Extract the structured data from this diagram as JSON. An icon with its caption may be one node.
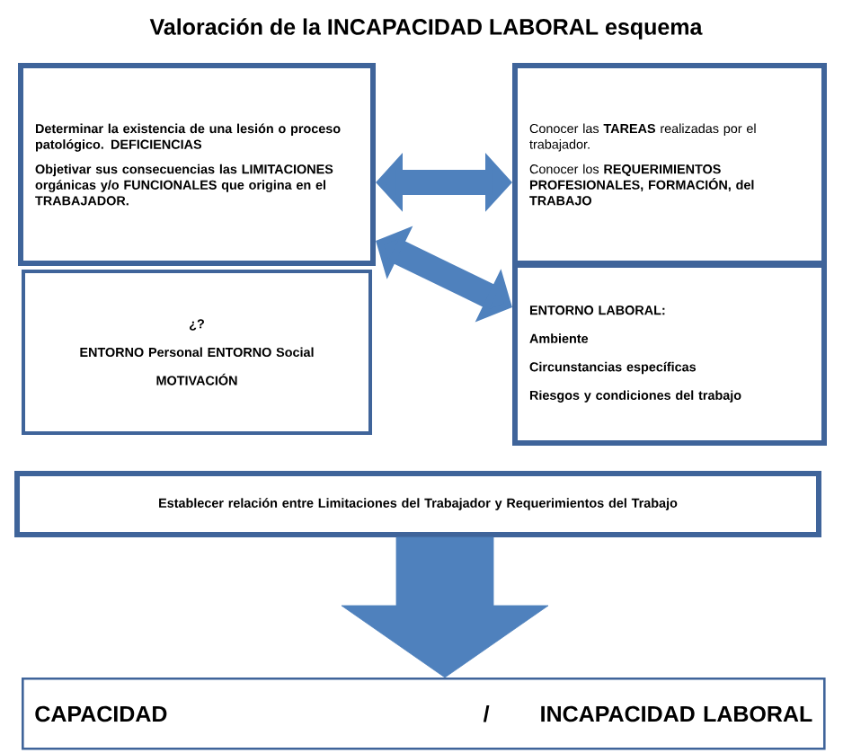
{
  "diagram": {
    "title": "Valoración de la INCAPACIDAD LABORAL esquema",
    "nodes": [
      {
        "text": [
          "Determinar la existencia de una lesión o proceso patológico. DEFICIENCIAS",
          "Objetivar sus consecuencias las LIMITACIONES orgánicas y/o FUNCIONALES que origina en el TRABAJADOR."
        ]
      },
      {
        "text": [
          "Conocer las **TAREAS** realizadas por el trabajador.",
          "Conocer los **REQUERIMIENTOS PROFESIONALES, FORMACIÓN, del TRABAJO**"
        ]
      },
      {
        "text": [
          "¿?",
          "ENTORNO Personal ENTORNO Social",
          "MOTIVACIÓN"
        ]
      },
      {
        "text": [
          "ENTORNO LABORAL:",
          "Ambiente",
          "Circunstancias específicas",
          "Riesgos y condiciones del trabajo"
        ]
      },
      {
        "text": [
          "Establecer relación entre Limitaciones del Trabajador y Requerimientos del Trabajo"
        ]
      },
      {
        "text": [
          "CAPACIDAD",
          "/",
          "INCAPACIDAD LABORAL"
        ]
      }
    ],
    "edges": [
      {
        "from": 0,
        "to": 1,
        "arrow": "both"
      },
      {
        "from": 0,
        "to": 3,
        "arrow": "both"
      },
      {
        "from": 4,
        "to": 5,
        "arrow": "to",
        "style": "thick"
      }
    ]
  }
}
